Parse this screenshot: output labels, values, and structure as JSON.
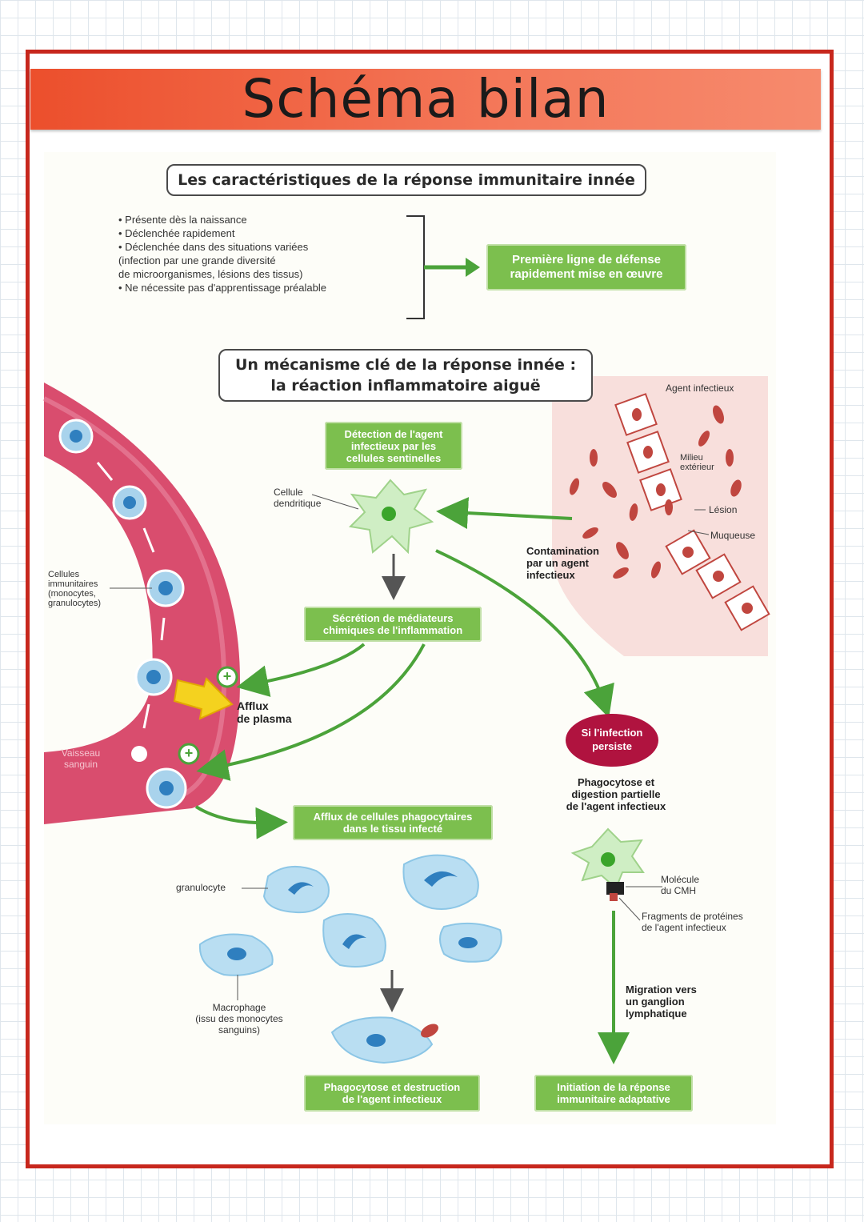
{
  "title": "Schéma bilan",
  "header_box": "Les caractéristiques de la réponse immunitaire innée",
  "characteristics": [
    "• Présente dès la naissance",
    "• Déclenchée rapidement",
    "• Déclenchée dans des situations variées",
    "(infection par une grande diversité",
    "de microorganismes, lésions des tissus)",
    "• Ne nécessite pas d'apprentissage préalable"
  ],
  "first_line_box": [
    "Première ligne de défense",
    "rapidement mise en œuvre"
  ],
  "mechanism_box": [
    "Un mécanisme clé de la réponse innée :",
    "la réaction inflammatoire aiguë"
  ],
  "detection_box": [
    "Détection de l'agent",
    "infectieux par les",
    "cellules sentinelles"
  ],
  "secretion_box": [
    "Sécrétion de médiateurs",
    "chimiques de l'inflammation"
  ],
  "afflux_cells_box": [
    "Afflux de cellules phagocytaires",
    "dans le tissu infecté"
  ],
  "phagocytose_box": [
    "Phagocytose et destruction",
    "de l'agent infectieux"
  ],
  "initiation_box": [
    "Initiation de la réponse",
    "immunitaire adaptative"
  ],
  "persist_ellipse": [
    "Si l'infection",
    "persiste"
  ],
  "labels": {
    "cellule_dendritique": [
      "Cellule",
      "dendritique"
    ],
    "agent_infectieux": "Agent infectieux",
    "milieu_exterieur": [
      "Milieu",
      "extérieur"
    ],
    "lesion": "Lésion",
    "muqueuse": "Muqueuse",
    "contamination": [
      "Contamination",
      "par un agent",
      "infectieux"
    ],
    "cellules_immunitaires": [
      "Cellules",
      "immunitaires",
      "(monocytes,",
      "granulocytes)"
    ],
    "vaisseau": [
      "Vaisseau",
      "sanguin"
    ],
    "afflux_plasma": [
      "Afflux",
      "de plasma"
    ],
    "phagocytose_digestion": [
      "Phagocytose et",
      "digestion partielle",
      "de l'agent infectieux"
    ],
    "molecule_cmh": [
      "Molécule",
      "du CMH"
    ],
    "fragments": [
      "Fragments de protéines",
      "de l'agent infectieux"
    ],
    "migration": [
      "Migration vers",
      "un ganglion",
      "lymphatique"
    ],
    "granulocyte": "granulocyte",
    "macrophage": [
      "Macrophage",
      "(issu des monocytes",
      "sanguins)"
    ],
    "plus_sign": "+"
  },
  "colors": {
    "frame": "#c7271d",
    "title_bar": "#ef5a35",
    "green": "#7cbf4e",
    "vessel": "#d94d6e",
    "cell_blue": "#a9d3ec",
    "bacteria": "#c0463f",
    "persist": "#b0133f"
  }
}
